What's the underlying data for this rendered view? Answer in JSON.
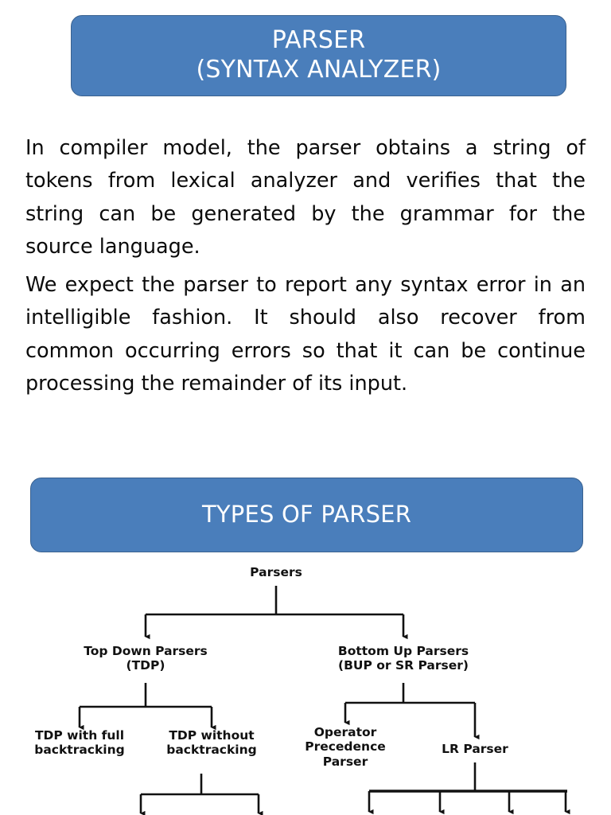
{
  "slide": {
    "title_banner": {
      "line1": "PARSER",
      "line2": "(SYNTAX ANALYZER)"
    },
    "section_banner": {
      "label": "TYPES OF PARSER"
    },
    "paragraphs": [
      "In compiler model, the parser obtains a string of tokens from lexical analyzer and verifies that the string can be generated by the grammar for the source language.",
      "We expect the parser to report any syntax error in an intelligible fashion. It should also recover from common occurring errors so that it can be continue processing the remainder of its input."
    ]
  },
  "colors": {
    "banner_fill": "#4a7ebb",
    "banner_border": "#39618f",
    "banner_text": "#ffffff",
    "body_text": "#0b0b0b",
    "diagram_line": "#111111"
  },
  "diagram": {
    "type": "tree",
    "root": {
      "label": "Parsers"
    },
    "level1": [
      {
        "label_line1": "Top Down Parsers",
        "label_line2": "(TDP)"
      },
      {
        "label_line1": "Bottom Up Parsers",
        "label_line2": "(BUP or SR Parser)"
      }
    ],
    "level2": [
      {
        "label_line1": "TDP with full",
        "label_line2": "backtracking"
      },
      {
        "label_line1": "TDP without",
        "label_line2": "backtracking"
      },
      {
        "label_line1": "Operator",
        "label_line2": "Precedence",
        "label_line3": "Parser"
      },
      {
        "label_line1": "LR Parser"
      }
    ]
  }
}
